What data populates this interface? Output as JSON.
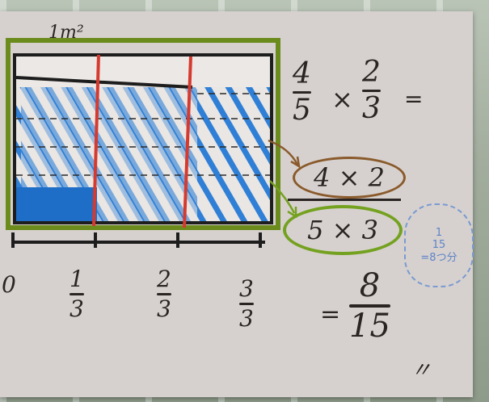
{
  "board": {
    "area_label": "1m²",
    "number_line": {
      "ticks": [
        {
          "whole": "0"
        },
        {
          "num": "1",
          "den": "3"
        },
        {
          "num": "2",
          "den": "3"
        },
        {
          "num": "3",
          "den": "3"
        }
      ]
    },
    "expression": {
      "a_num": "4",
      "a_den": "5",
      "times": "×",
      "b_num": "2",
      "b_den": "3",
      "equals": "=",
      "numerator_product": "4 × 2",
      "denominator_product": "5 × 3",
      "result_equals": "=",
      "result_num": "8",
      "result_den": "15",
      "end_mark": "〃"
    },
    "note": {
      "line1": "1",
      "line2": "15",
      "line3": "=8つ分"
    },
    "colors": {
      "stripe": "#2f7fd6",
      "fill": "#1e6ec8",
      "red_line": "#d63a2f",
      "frame_green": "#6b8b1c",
      "ring_brown": "#8a5a2b",
      "ring_green": "#74a11f"
    }
  }
}
